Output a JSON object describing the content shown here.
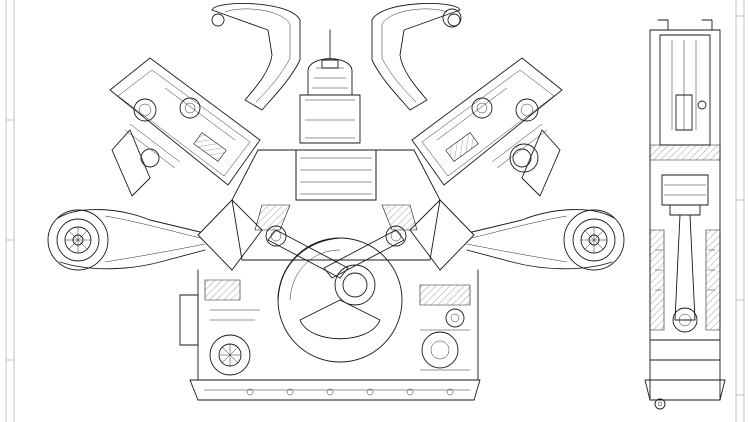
{
  "drawing": {
    "type": "technical-line-drawing",
    "views": [
      "front-section",
      "side-section"
    ],
    "line_color": "#1a1a1a",
    "background_color": "#ffffff",
    "frame_color": "#9a9a9a"
  }
}
